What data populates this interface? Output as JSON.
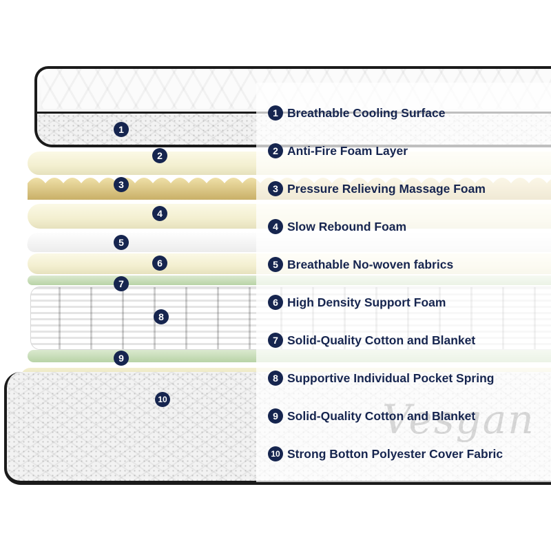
{
  "markers": [
    "1",
    "2",
    "3",
    "4",
    "5",
    "6",
    "7",
    "8",
    "9",
    "10"
  ],
  "legend": [
    {
      "num": "1",
      "label": "Breathable Cooling Surface"
    },
    {
      "num": "2",
      "label": "Anti-Fire Foam Layer"
    },
    {
      "num": "3",
      "label": "Pressure Relieving Massage Foam"
    },
    {
      "num": "4",
      "label": "Slow Rebound Foam"
    },
    {
      "num": "5",
      "label": "Breathable No-woven fabrics"
    },
    {
      "num": "6",
      "label": "High Density Support Foam"
    },
    {
      "num": "7",
      "label": "Solid-Quality Cotton and Blanket"
    },
    {
      "num": "8",
      "label": "Supportive Individual Pocket Spring"
    },
    {
      "num": "9",
      "label": "Solid-Quality Cotton and Blanket"
    },
    {
      "num": "10",
      "label": "Strong Botton Polyester Cover Fabric"
    }
  ],
  "watermark": "Vesgan",
  "colors": {
    "marker_bg": "#16254f",
    "label_text": "#16254f",
    "edge_piping": "#1b1b1b",
    "foam_cream": "#f3efd0",
    "foam_yellow": "#d9c27a",
    "cotton_green": "#c6dcb5"
  }
}
